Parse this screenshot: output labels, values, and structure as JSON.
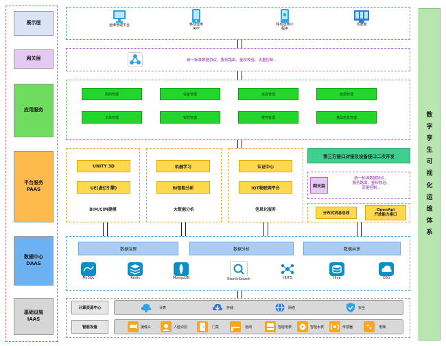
{
  "layers": {
    "display": "展示层",
    "gateway": "网关层",
    "app": "应用服务",
    "platform_line1": "平台服务",
    "platform_line2": "PAAS",
    "data_line1": "数据中心",
    "data_line2": "DAAS",
    "infra_line1": "基础设施",
    "infra_line2": "IAAS"
  },
  "display_items": [
    {
      "label": "运维管理平台",
      "icon": "monitor-icon"
    },
    {
      "label": "移动运维\nAPP",
      "icon": "mobile-phone-icon"
    },
    {
      "label": "移动运维小\n程序",
      "icon": "mini-program-icon"
    },
    {
      "label": "驾驶舱",
      "icon": "cockpit-dashboard-icon"
    }
  ],
  "gateway": {
    "text": "统一标准数据协议、服务路由、鉴权校验、流量控制...",
    "icon": "network-hub-icon"
  },
  "app_buttons": [
    [
      "招商管理",
      "设备管理",
      "巡检管理",
      "能源管理"
    ],
    [
      "工单管理",
      "安防管理",
      "楼控管理",
      "基础信息管理"
    ]
  ],
  "platform": {
    "bim": {
      "items": [
        "UNITY 3D",
        "UE(虚幻引擎)"
      ],
      "caption": "BIM/CIM建模"
    },
    "bigdata": {
      "items": [
        "机器学习",
        "BI智能分析"
      ],
      "caption": "大数据分析"
    },
    "info": {
      "items": [
        "认证中心",
        "IOT物联网平台"
      ],
      "caption": "信息化服务"
    },
    "third_party": "第三方接口对接及设备接口二次开发",
    "sub_gateway_label": "网关层",
    "sub_gateway_text": "统一标准数据协议、\n服务路由、鉴权校验、\n流量控制...",
    "message_bus": "分布式消息总线",
    "openapi": "OpenApi\n开放能力接口"
  },
  "data_center": {
    "bars": [
      "数据治理",
      "数据分析",
      "数据共享"
    ],
    "stores": [
      {
        "label": "MySQL",
        "icon": "mysql-icon"
      },
      {
        "label": "Redis",
        "icon": "redis-icon"
      },
      {
        "label": "MongoDB",
        "icon": "mongodb-icon"
      },
      {
        "label": "ElasticSearch",
        "icon": "elasticsearch-icon"
      },
      {
        "label": "HDFS",
        "icon": "hdfs-icon"
      },
      {
        "label": "Hive",
        "icon": "hive-icon"
      },
      {
        "label": "OSS",
        "icon": "oss-icon"
      }
    ]
  },
  "infra": {
    "compute_label": "计算资源中心",
    "compute_items": [
      {
        "label": "计算",
        "icon": "cloud-compute-icon"
      },
      {
        "label": "存储",
        "icon": "cloud-storage-icon"
      },
      {
        "label": "网络",
        "icon": "globe-network-icon"
      },
      {
        "label": "安全",
        "icon": "shield-icon"
      }
    ],
    "device_label": "智能设备",
    "device_items": [
      {
        "label": "摄像头",
        "icon": "camera-icon"
      },
      {
        "label": "人脸识别",
        "icon": "face-recognition-icon"
      },
      {
        "label": "门禁",
        "icon": "door-access-icon"
      },
      {
        "label": "道闸",
        "icon": "barrier-gate-icon"
      },
      {
        "label": "智能电表",
        "icon": "smart-meter-icon"
      },
      {
        "label": "智能水表",
        "icon": "water-meter-icon"
      },
      {
        "label": "传感器",
        "icon": "sensor-icon"
      },
      {
        "label": "电梯",
        "icon": "elevator-icon"
      }
    ]
  },
  "sidebar_title": [
    "数",
    "字",
    "孪",
    "生",
    "可",
    "视",
    "化",
    "运",
    "维",
    "体",
    "系"
  ]
}
